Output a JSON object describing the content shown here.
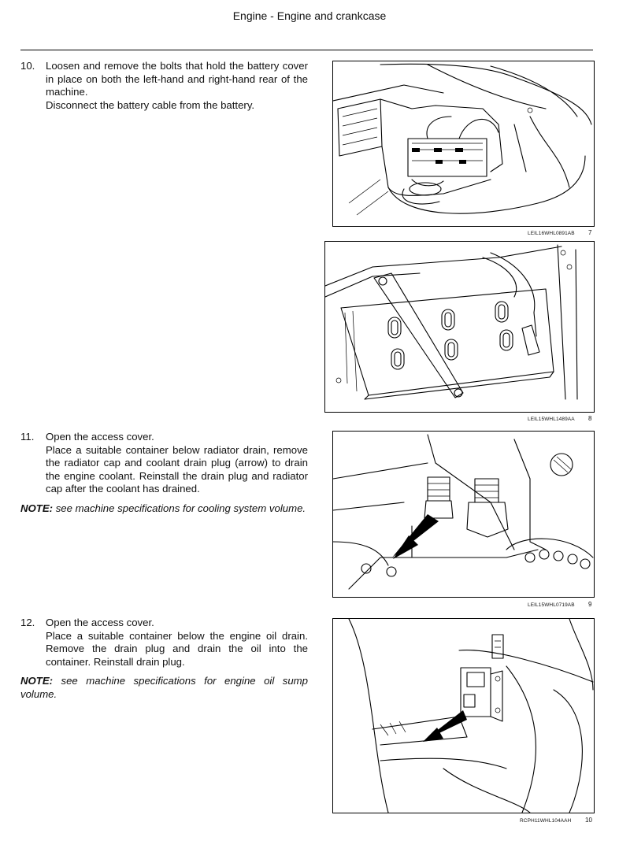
{
  "header": {
    "title": "Engine - Engine and crankcase"
  },
  "steps": [
    {
      "number": "10.",
      "lines": [
        "Loosen and remove the bolts that hold the battery cover in place on both the left-hand and right-hand rear of the machine.",
        "Disconnect the battery cable from the battery."
      ]
    },
    {
      "number": "11.",
      "lines": [
        "Open the access cover.",
        "Place a suitable container below radiator drain, remove the radiator cap and coolant drain plug (arrow) to drain the engine coolant. Reinstall the drain plug and radiator cap after the coolant has drained."
      ],
      "note_label": "NOTE:",
      "note_text": "see machine specifications for cooling system volume."
    },
    {
      "number": "12.",
      "lines": [
        "Open the access cover.",
        "Place a suitable container below the engine oil drain. Remove the drain plug and drain the oil into the container. Reinstall drain plug."
      ],
      "note_label": "NOTE:",
      "note_text": "see machine specifications for engine oil sump volume."
    }
  ],
  "figures": [
    {
      "code": "LEIL16WHL0891AB",
      "number": "7"
    },
    {
      "code": "LEIL15WHL1489AA",
      "number": "8"
    },
    {
      "code": "LEIL15WHL0719AB",
      "number": "9"
    },
    {
      "code": "RCPH11WHL104AAH",
      "number": "10"
    }
  ]
}
